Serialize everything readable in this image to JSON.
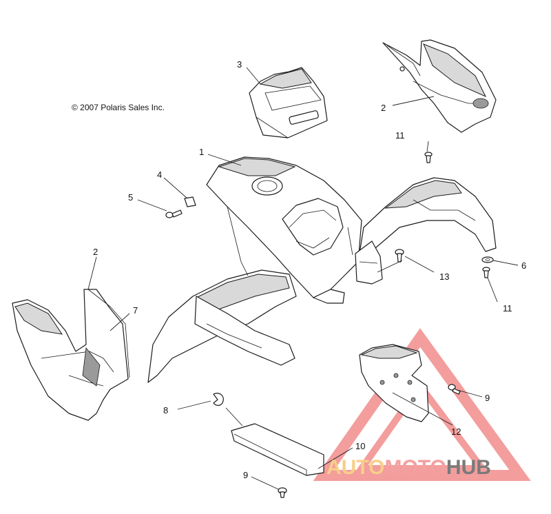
{
  "copyright": "© 2007 Polaris Sales Inc.",
  "callouts": [
    {
      "id": "c1",
      "label": "1"
    },
    {
      "id": "c2a",
      "label": "2"
    },
    {
      "id": "c2b",
      "label": "2"
    },
    {
      "id": "c3",
      "label": "3"
    },
    {
      "id": "c4",
      "label": "4"
    },
    {
      "id": "c5",
      "label": "5"
    },
    {
      "id": "c6",
      "label": "6"
    },
    {
      "id": "c7",
      "label": "7"
    },
    {
      "id": "c8",
      "label": "8"
    },
    {
      "id": "c9a",
      "label": "9"
    },
    {
      "id": "c9b",
      "label": "9"
    },
    {
      "id": "c10",
      "label": "10"
    },
    {
      "id": "c11a",
      "label": "11"
    },
    {
      "id": "c11b",
      "label": "11"
    },
    {
      "id": "c12",
      "label": "12"
    },
    {
      "id": "c13",
      "label": "13"
    }
  ],
  "watermark": {
    "part1": "AUTO",
    "part2": "MOTO",
    "part3": "HUB",
    "color_triangle": "#f28c8c"
  }
}
